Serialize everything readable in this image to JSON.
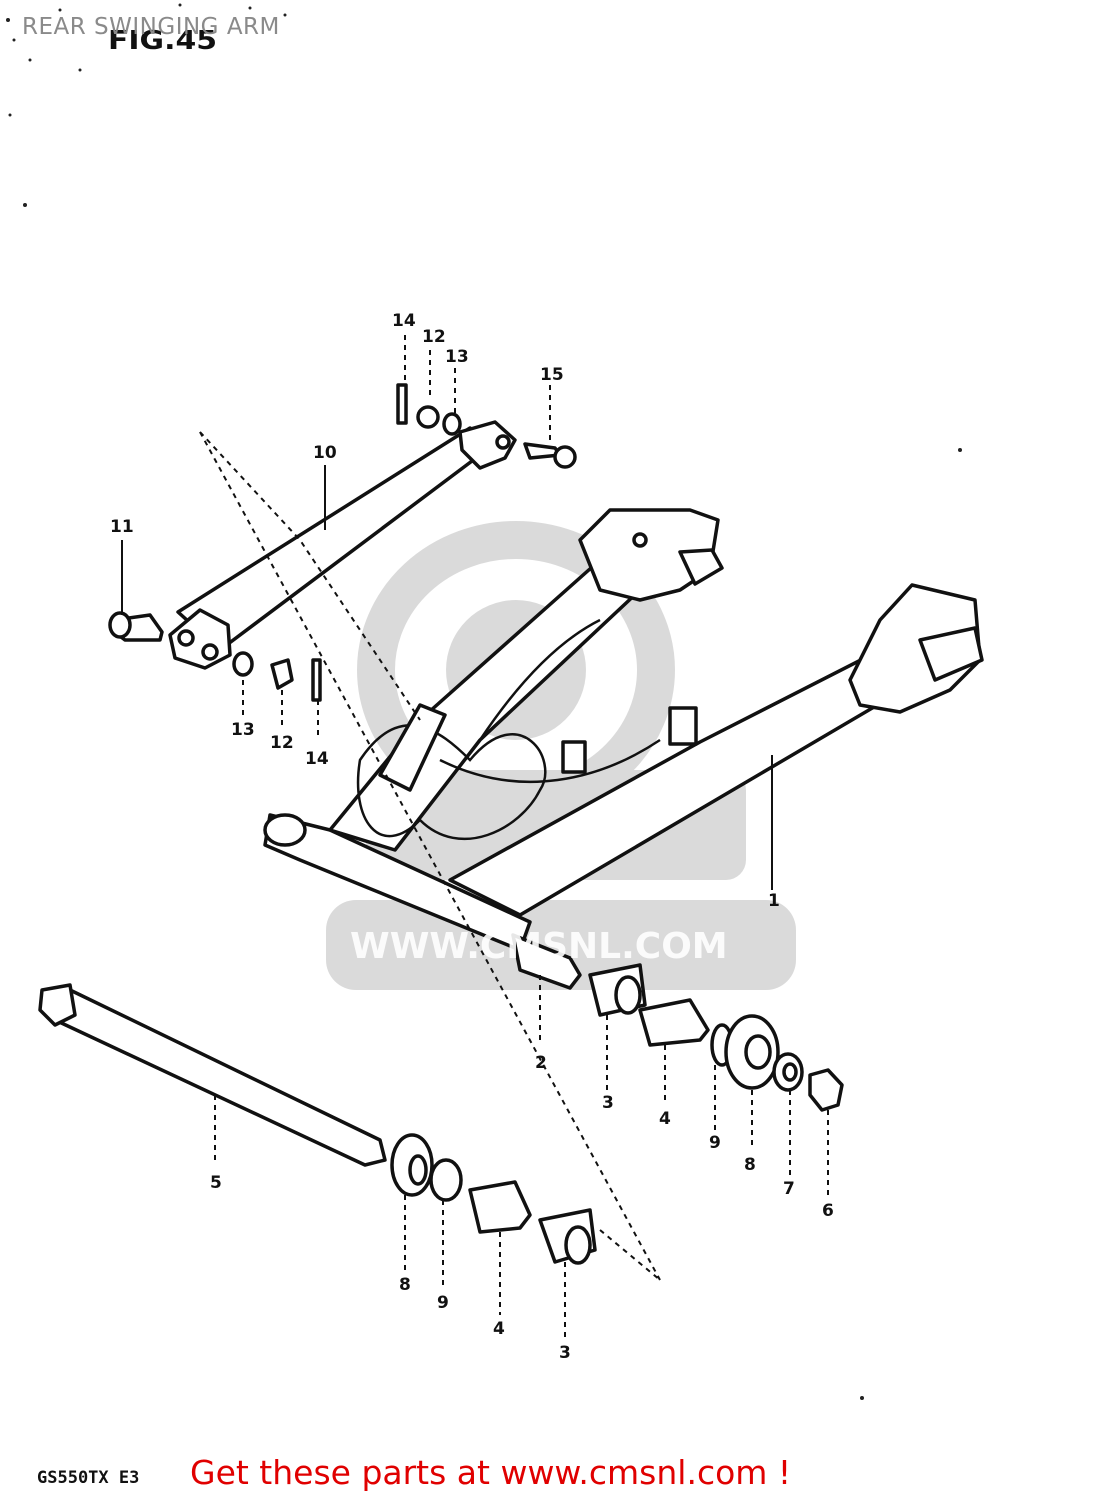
{
  "header": {
    "title": "REAR SWINGING ARM",
    "fig_label": "FIG.45"
  },
  "footer": {
    "model_code": "GS550TX E3",
    "promo": "Get these parts at www.cmsnl.com !"
  },
  "watermark": {
    "text": "WWW.CMSNL.COM"
  },
  "callouts": [
    {
      "id": "c14a",
      "label": "14"
    },
    {
      "id": "c12a",
      "label": "12"
    },
    {
      "id": "c13a",
      "label": "13"
    },
    {
      "id": "c15",
      "label": "15"
    },
    {
      "id": "c10",
      "label": "10"
    },
    {
      "id": "c11",
      "label": "11"
    },
    {
      "id": "c13b",
      "label": "13"
    },
    {
      "id": "c12b",
      "label": "12"
    },
    {
      "id": "c14b",
      "label": "14"
    },
    {
      "id": "c1",
      "label": "1"
    },
    {
      "id": "c2",
      "label": "2"
    },
    {
      "id": "c3a",
      "label": "3"
    },
    {
      "id": "c4a",
      "label": "4"
    },
    {
      "id": "c9a",
      "label": "9"
    },
    {
      "id": "c8a",
      "label": "8"
    },
    {
      "id": "c7",
      "label": "7"
    },
    {
      "id": "c6",
      "label": "6"
    },
    {
      "id": "c5",
      "label": "5"
    },
    {
      "id": "c8b",
      "label": "8"
    },
    {
      "id": "c9b",
      "label": "9"
    },
    {
      "id": "c4b",
      "label": "4"
    },
    {
      "id": "c3b",
      "label": "3"
    }
  ]
}
